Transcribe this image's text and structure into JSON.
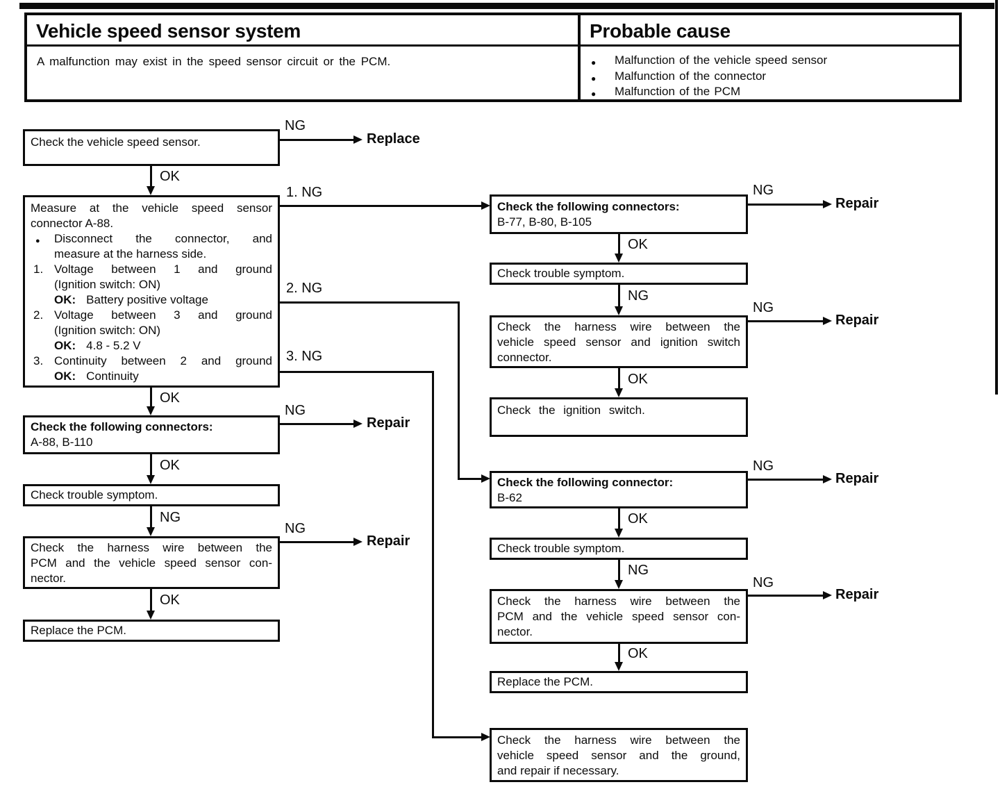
{
  "header": {
    "system": {
      "title": "Vehicle speed sensor system",
      "description": "A malfunction may exist in the speed sensor circuit or the PCM."
    },
    "cause": {
      "title": "Probable cause",
      "items": [
        "Malfunction of the vehicle speed sensor",
        "Malfunction of the connector",
        "Malfunction of the PCM"
      ]
    }
  },
  "labels": {
    "ok": "OK",
    "ng": "NG",
    "ng1": "1. NG",
    "ng2": "2. NG",
    "ng3": "3. NG",
    "repair": "Repair",
    "replace": "Replace",
    "bullet": "●"
  },
  "boxes": {
    "check_sensor": "Check the vehicle speed sensor.",
    "measure": {
      "intro": [
        "Measure at the vehicle speed sensor",
        "connector A-88."
      ],
      "bullet": [
        "Disconnect the connector, and",
        "measure at the harness side."
      ],
      "items": [
        {
          "num": "1.",
          "text": "Voltage between 1 and ground",
          "condition": "(Ignition switch: ON)",
          "ok_label": "OK:",
          "ok_value": "Battery positive voltage"
        },
        {
          "num": "2.",
          "text": "Voltage between 3 and ground",
          "condition": "(Ignition switch: ON)",
          "ok_label": "OK:",
          "ok_value": "4.8 - 5.2 V"
        },
        {
          "num": "3.",
          "text": "Continuity between 2 and ground",
          "ok_label": "OK:",
          "ok_value": "Continuity"
        }
      ]
    },
    "connectors_left": {
      "title": "Check the following connectors:",
      "list": "A-88, B-110"
    },
    "trouble_left": "Check trouble symptom.",
    "harness_pcm_left": [
      "Check the harness wire between the",
      "PCM and the vehicle speed sensor con-",
      "nector."
    ],
    "replace_pcm_left": "Replace the PCM.",
    "connectors_top_right": {
      "title": "Check the following connectors:",
      "list": "B-77, B-80, B-105"
    },
    "trouble_right_1": "Check trouble symptom.",
    "harness_ignition": [
      "Check the harness wire between the",
      "vehicle speed sensor and ignition switch",
      "connector."
    ],
    "ignition_switch": "Check the ignition switch.",
    "connector_b62": {
      "title": "Check the following connector:",
      "list": "B-62"
    },
    "trouble_right_2": "Check trouble symptom.",
    "harness_pcm_right": [
      "Check the harness wire between the",
      "PCM and the vehicle speed sensor con-",
      "nector."
    ],
    "replace_pcm_right": "Replace the PCM.",
    "harness_ground": [
      "Check the harness wire between the",
      "vehicle speed sensor and the ground,",
      "and repair if necessary."
    ]
  }
}
